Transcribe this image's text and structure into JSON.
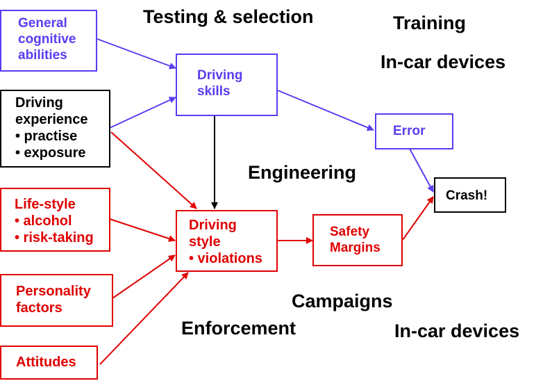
{
  "colors": {
    "purple": "#5a3cf0",
    "red": "#e00000",
    "black": "#000000"
  },
  "boxes": {
    "general_cognitive": {
      "lines": [
        "General",
        "cognitive",
        "abilities"
      ]
    },
    "driving_experience": {
      "lines": [
        "Driving",
        "experience",
        "• practise",
        "• exposure"
      ]
    },
    "driving_skills": {
      "lines": [
        "Driving",
        "skills"
      ]
    },
    "error": {
      "lines": [
        "Error"
      ]
    },
    "crash": {
      "lines": [
        "Crash!"
      ]
    },
    "life_style": {
      "lines": [
        "Life-style",
        "• alcohol",
        "• risk-taking"
      ]
    },
    "personality": {
      "lines": [
        "Personality",
        "factors"
      ]
    },
    "attitudes": {
      "lines": [
        "Attitudes"
      ]
    },
    "driving_style": {
      "lines": [
        "Driving",
        "style",
        "• violations"
      ]
    },
    "safety_margins": {
      "lines": [
        "Safety",
        "Margins"
      ]
    }
  },
  "interventions": {
    "testing": "Testing & selection",
    "training": "Training",
    "in_car_top": "In-car devices",
    "engineering": "Engineering",
    "campaigns": "Campaigns",
    "enforcement": "Enforcement",
    "in_car_bottom": "In-car devices"
  },
  "edges": [
    {
      "from": "general_cognitive",
      "to": "driving_skills",
      "color": "purple"
    },
    {
      "from": "driving_experience",
      "to": "driving_skills",
      "color": "purple"
    },
    {
      "from": "driving_experience",
      "to": "driving_style",
      "color": "red"
    },
    {
      "from": "driving_skills",
      "to": "error",
      "color": "purple"
    },
    {
      "from": "driving_skills",
      "to": "driving_style",
      "color": "black"
    },
    {
      "from": "error",
      "to": "crash",
      "color": "purple"
    },
    {
      "from": "life_style",
      "to": "driving_style",
      "color": "red"
    },
    {
      "from": "personality",
      "to": "driving_style",
      "color": "red"
    },
    {
      "from": "attitudes",
      "to": "driving_style",
      "color": "red"
    },
    {
      "from": "driving_style",
      "to": "safety_margins",
      "color": "red"
    },
    {
      "from": "safety_margins",
      "to": "crash",
      "color": "red"
    }
  ]
}
